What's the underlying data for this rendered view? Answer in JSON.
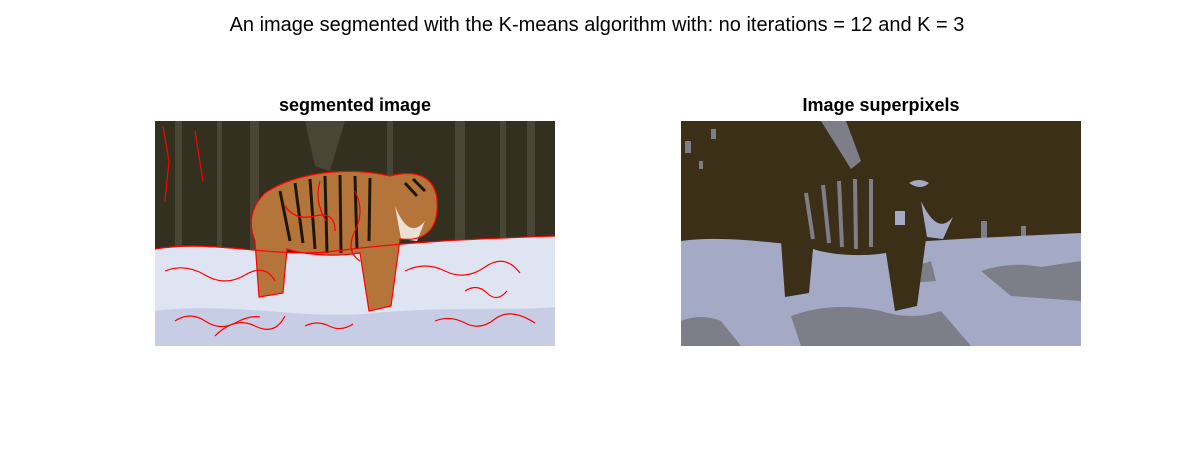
{
  "figure": {
    "title": "An image segmented with the K-means algorithm with: no iterations = 12 and K = 3"
  },
  "panels": [
    {
      "title": "segmented image"
    },
    {
      "title": "Image superpixels"
    }
  ],
  "colors": {
    "cluster_dark": "#3b2f18",
    "cluster_mid": "#7d7e87",
    "cluster_light": "#a4aac6",
    "boundary": "#ff0000",
    "forest_dark": "#2f2c1e",
    "snow": "#dfe4f3",
    "tiger_orange": "#b5743a"
  }
}
